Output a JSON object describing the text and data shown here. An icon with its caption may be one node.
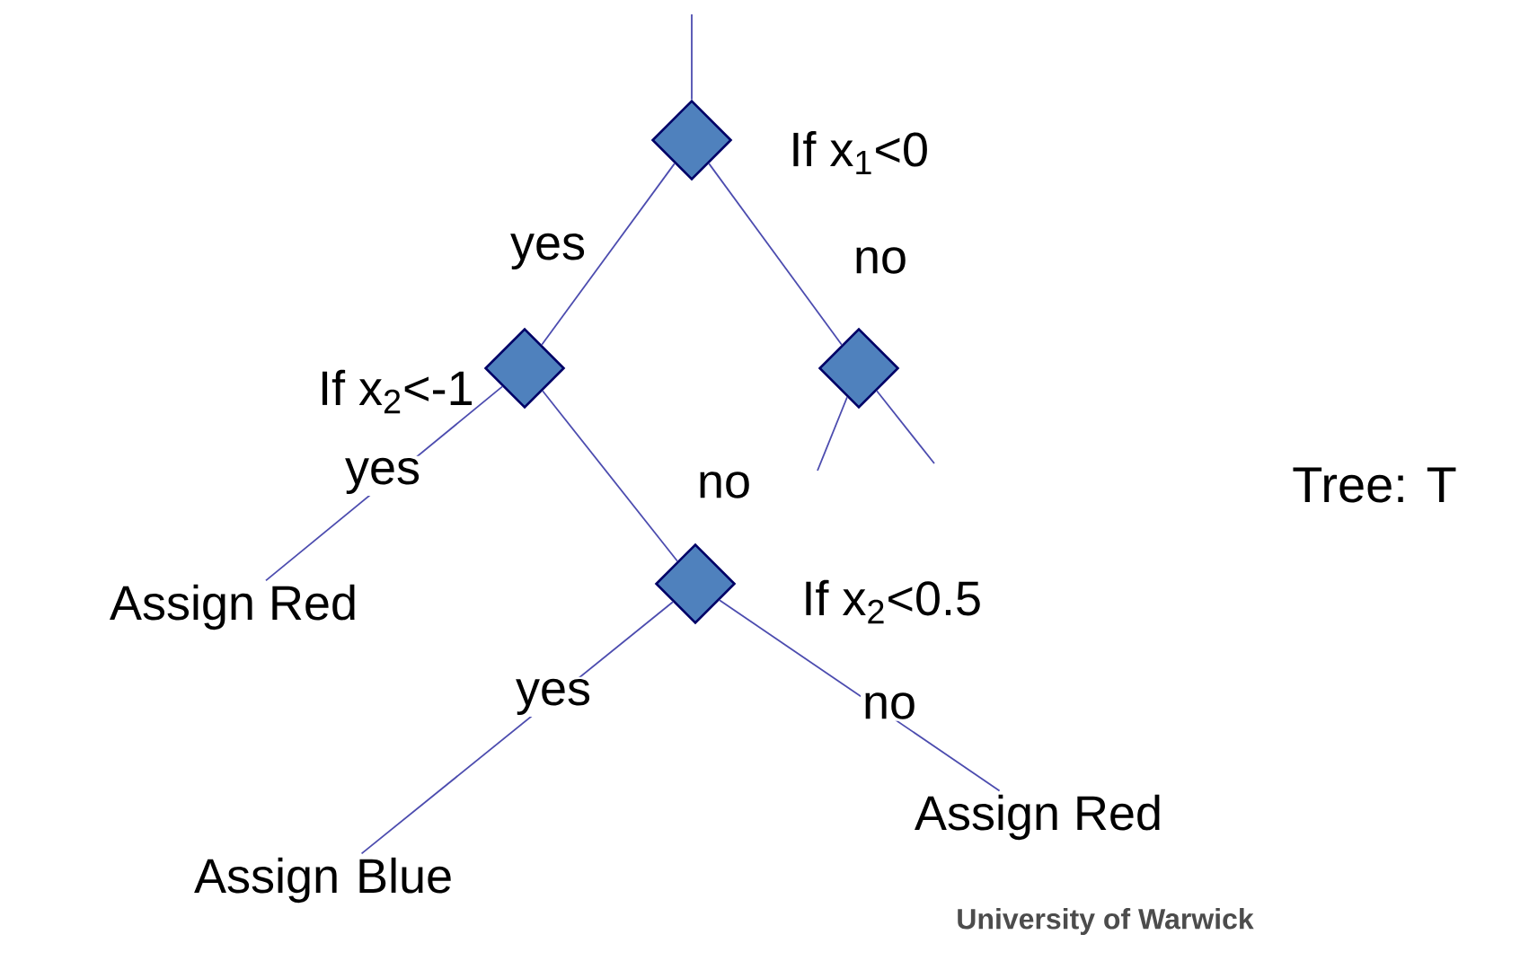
{
  "diagram": {
    "nodes": [
      {
        "text": [],
        "shape": "diamond",
        "beside": [
          "If x$_{1}$<0"
        ]
      },
      {
        "text": [],
        "shape": "diamond",
        "beside": [
          "If x$_{2}$<-1"
        ]
      },
      {
        "text": [],
        "shape": "diamond"
      },
      {
        "text": [
          "Assign Red"
        ]
      },
      {
        "text": [],
        "shape": "diamond",
        "beside": [
          "If x$_{2}$<0.5"
        ]
      },
      {
        "text": [
          "Assign Blue"
        ]
      },
      {
        "text": [
          "Assign Red"
        ]
      }
    ],
    "edges": [
      {
        "from": null,
        "to": 0,
        "arrow": "none"
      },
      {
        "from": 0,
        "to": 1,
        "arrow": "none",
        "label": "yes"
      },
      {
        "from": 0,
        "to": 2,
        "arrow": "none",
        "label": "no"
      },
      {
        "from": 2,
        "to": null,
        "arrow": "none"
      },
      {
        "from": 2,
        "to": null,
        "arrow": "none"
      },
      {
        "from": 1,
        "to": 3,
        "arrow": "none",
        "label": "yes"
      },
      {
        "from": 1,
        "to": 4,
        "arrow": "none",
        "label": "no"
      },
      {
        "from": 4,
        "to": 5,
        "arrow": "none",
        "label": "yes"
      },
      {
        "from": 4,
        "to": 6,
        "arrow": "none",
        "label": "no"
      }
    ],
    "labels": [
      "Tree: T",
      "University of Warwick"
    ]
  }
}
